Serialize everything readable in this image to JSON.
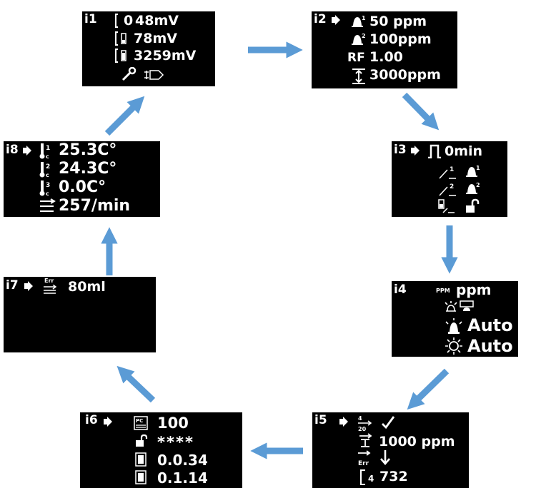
{
  "i1": {
    "id": "i1",
    "v1": "48mV",
    "v2": "78mV",
    "v3": "3259mV"
  },
  "i2": {
    "id": "i2",
    "alarm1": "50 ppm",
    "alarm2": "100ppm",
    "rf_label": "RF",
    "rf": "1.00",
    "range": "3000ppm"
  },
  "i3": {
    "id": "i3",
    "time": "0min"
  },
  "i4": {
    "id": "i4",
    "unit_small": "PPM",
    "unit": "ppm",
    "mode1": "Auto",
    "mode2": "Auto"
  },
  "i5": {
    "id": "i5",
    "flow": "1000 ppm",
    "count": "732",
    "n": "4"
  },
  "i6": {
    "id": "i6",
    "v1": "100",
    "pin": "****",
    "ver1": "0.0.34",
    "ver2": "0.1.14"
  },
  "i7": {
    "id": "i7",
    "err": "Err",
    "vol": "80ml"
  },
  "i8": {
    "id": "i8",
    "t1": "25.3C°",
    "t2": "24.3C°",
    "t3": "0.0C°",
    "flow": "257/min"
  },
  "colors": {
    "arrow": "#5b9bd5",
    "panel": "#000000",
    "text": "#ffffff"
  }
}
